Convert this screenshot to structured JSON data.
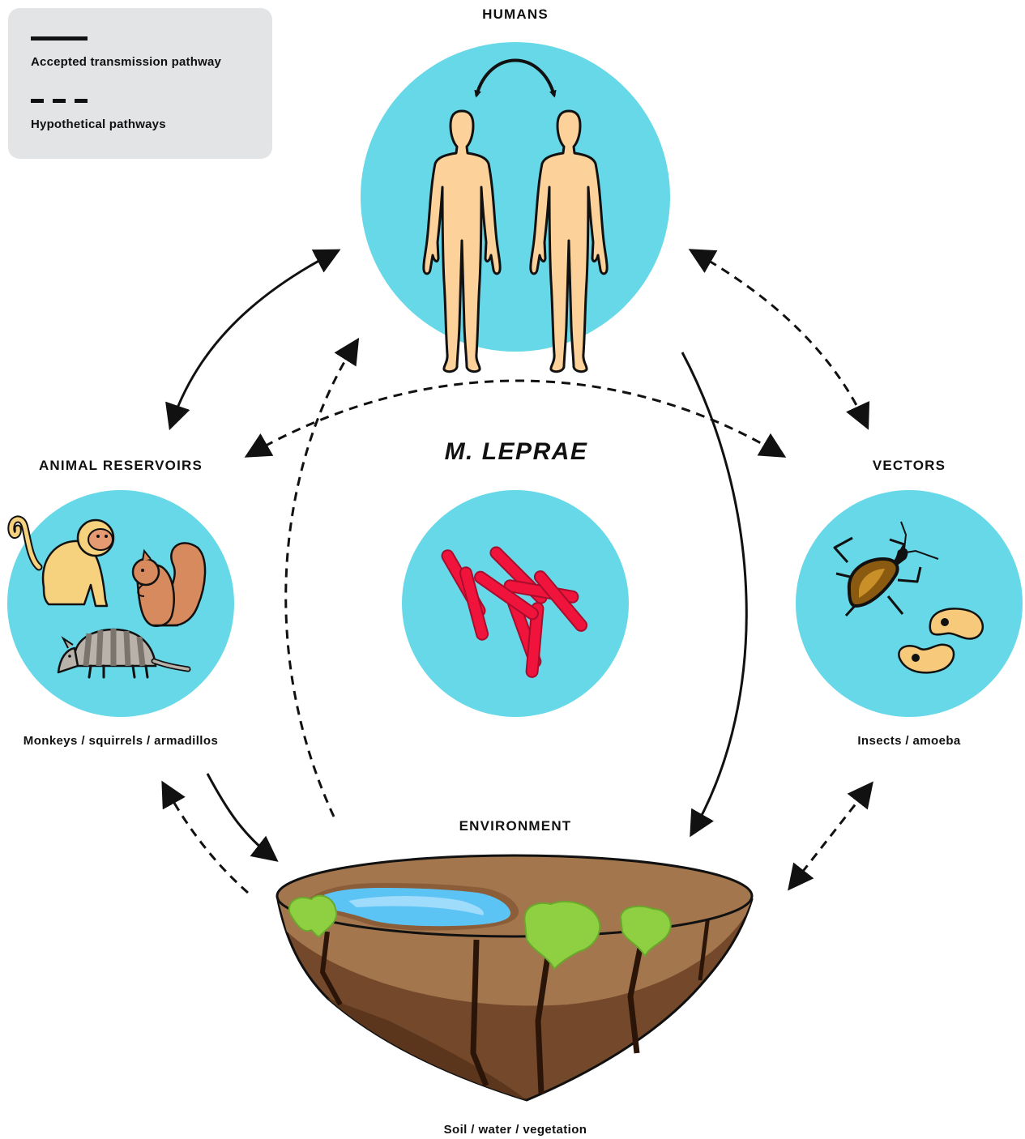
{
  "legend": {
    "accepted_label": "Accepted transmission pathway",
    "hypothetical_label": "Hypothetical pathways"
  },
  "nodes": {
    "humans": {
      "heading": "HUMANS"
    },
    "animal_reservoirs": {
      "heading": "ANIMAL RESERVOIRS",
      "caption": "Monkeys / squirrels / armadillos"
    },
    "m_leprae": {
      "heading": "M. LEPRAE"
    },
    "vectors": {
      "heading": "VECTORS",
      "caption": "Insects / amoeba"
    },
    "environment": {
      "heading": "ENVIRONMENT",
      "caption": "Soil / water / vegetation"
    }
  },
  "colors": {
    "circle": "#66d8e8",
    "skin": "#fcd29a",
    "bacteria": "#f0143c",
    "soil_top": "#a3764e",
    "soil_side": "#74482a",
    "water": "#5cc3f5",
    "moss": "#8fd043",
    "legend_bg": "#e3e4e6"
  }
}
